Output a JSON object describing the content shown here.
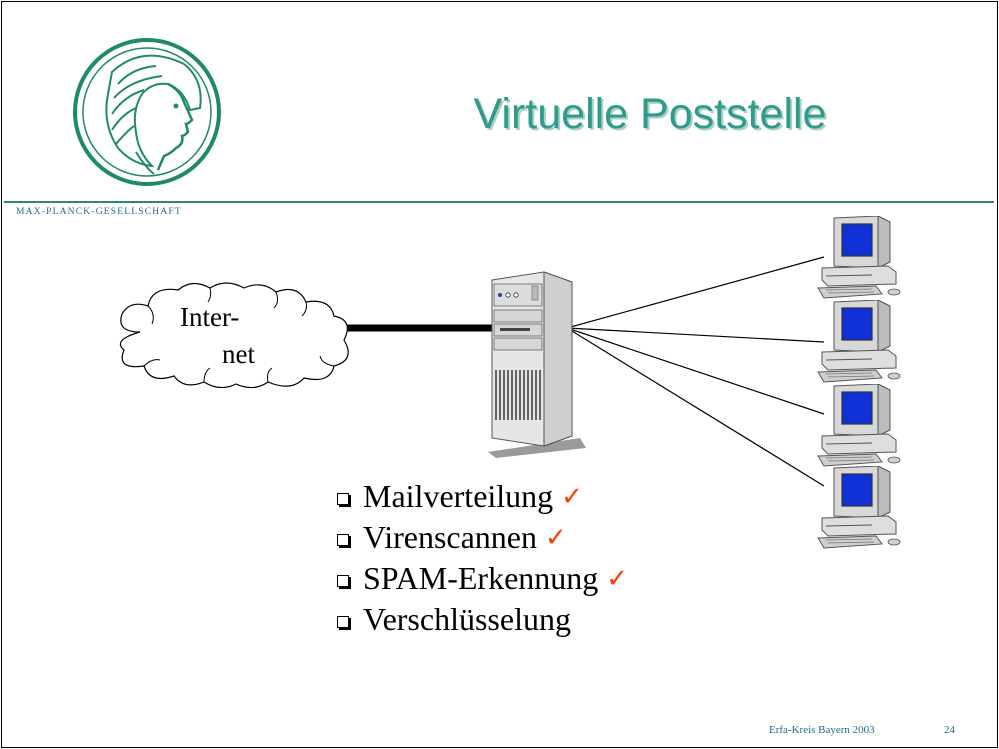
{
  "slide": {
    "title": "Virtuelle Poststelle",
    "organization": "MAX-PLANCK-GESELLSCHAFT",
    "logo_icon": "minerva-head-logo",
    "accent_color": "#2f9b8a",
    "rule_color": "#2f8a6a"
  },
  "diagram": {
    "cloud_label_line1": "Inter-",
    "cloud_label_line2": "net",
    "cloud_icon": "cloud-icon",
    "server_icon": "server-tower-icon",
    "client_icon": "desktop-computer-icon",
    "client_count": 4
  },
  "bullets": [
    {
      "text": "Mailverteilung",
      "checked": true
    },
    {
      "text": "Virenscannen",
      "checked": true
    },
    {
      "text": "SPAM-Erkennung",
      "checked": true
    },
    {
      "text": "Verschlüsselung",
      "checked": false
    }
  ],
  "check_glyph": "✓",
  "check_color": "#ff3b00",
  "footer": {
    "event": "Erfa-Kreis Bayern  2003",
    "page_number": "24"
  }
}
